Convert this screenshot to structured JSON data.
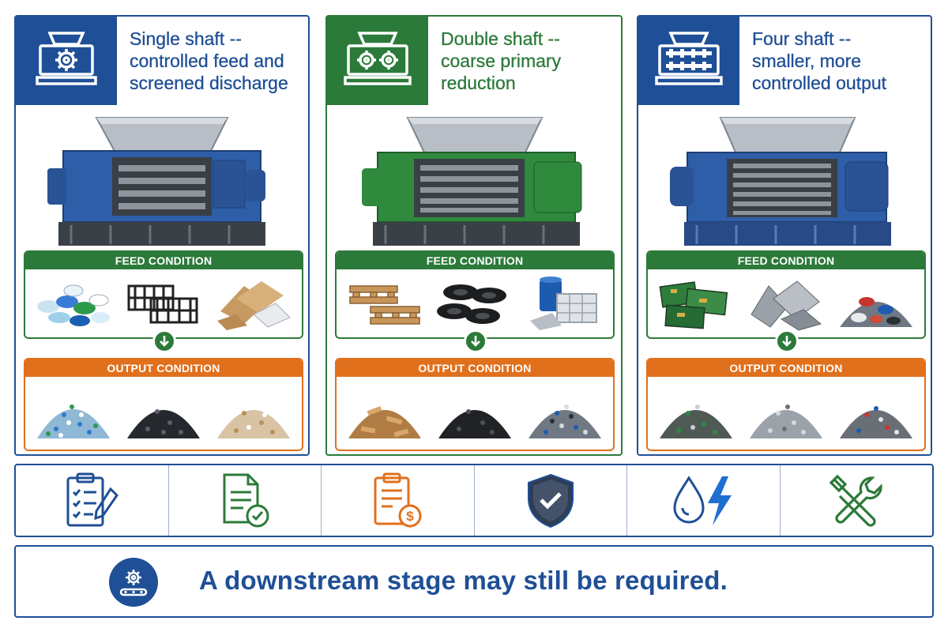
{
  "columns": [
    {
      "title": "Single shaft --\ncontrolled feed and\nscreened discharge",
      "accent": "#1f4f96",
      "machine_color": "#2f5ea8",
      "icon": "single-shaft-icon",
      "feed_label": "FEED CONDITION",
      "output_label": "OUTPUT CONDITION",
      "feed_items": [
        "plastic-bottles",
        "plastic-crates",
        "cardboard-paper"
      ],
      "output_items": [
        "plastic-flakes",
        "black-plastic-flakes",
        "paper-shreds"
      ]
    },
    {
      "title": "Double shaft --\ncoarse primary\nreduction",
      "accent": "#2c7a3a",
      "machine_color": "#2f8a3e",
      "icon": "double-shaft-icon",
      "feed_label": "FEED CONDITION",
      "output_label": "OUTPUT CONDITION",
      "feed_items": [
        "wooden-pallets",
        "tires",
        "drums-and-bales"
      ],
      "output_items": [
        "wood-chunks",
        "rubber-chunks",
        "mixed-scrap"
      ]
    },
    {
      "title": "Four shaft --\nsmaller, more\ncontrolled output",
      "accent": "#1f4f96",
      "machine_color": "#2f5ea8",
      "icon": "four-shaft-icon",
      "feed_label": "FEED CONDITION",
      "output_label": "OUTPUT CONDITION",
      "feed_items": [
        "circuit-boards",
        "metal-scrap",
        "mixed-textiles"
      ],
      "output_items": [
        "e-waste-granules",
        "metal-granules",
        "mixed-granules"
      ]
    }
  ],
  "icon_bar": [
    {
      "icon": "checklist-clipboard-icon",
      "color": "#1f4f96"
    },
    {
      "icon": "document-approved-icon",
      "color": "#2c7a3a"
    },
    {
      "icon": "cost-clipboard-icon",
      "color": "#e1701c"
    },
    {
      "icon": "safety-shield-icon",
      "color": "#1f4f96"
    },
    {
      "icon": "water-energy-icon",
      "color": "#1f4f96"
    },
    {
      "icon": "maintenance-tools-icon",
      "color": "#2c7a3a"
    }
  ],
  "banner": {
    "text": "A downstream stage may still be required.",
    "icon": "conveyor-gear-icon"
  }
}
